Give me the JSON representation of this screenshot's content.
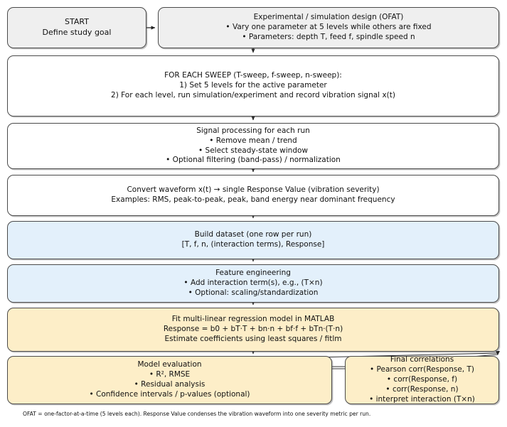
{
  "diagram": {
    "title": "OFAT vibration study workflow flowchart",
    "colors": {
      "gray_fill": "#efefef",
      "white_fill": "#ffffff",
      "blue_fill": "#e3f0fb",
      "amber_fill": "#fdeec8",
      "stroke": "#4a4a4a",
      "text": "#111111"
    },
    "nodes": {
      "start": {
        "name": "START",
        "lines": [
          "START",
          "Define study goal"
        ],
        "fill": "#efefef"
      },
      "design": {
        "name": "Experimental / simulation design",
        "lines": [
          "Experimental / simulation design (OFAT)",
          "• Vary one parameter at 5 levels while others are fixed",
          "• Parameters: depth T, feed f, spindle speed n"
        ],
        "fill": "#efefef"
      },
      "sweep": {
        "name": "For each sweep",
        "lines": [
          "FOR EACH SWEEP (T-sweep, f-sweep, n-sweep):",
          "1) Set 5 levels for the active parameter",
          "2) For each level, run simulation/experiment and record vibration signal x(t)"
        ],
        "fill": "#ffffff"
      },
      "signal": {
        "name": "Signal processing",
        "lines": [
          "Signal processing for each run",
          "• Remove mean / trend",
          "• Select steady-state window",
          "• Optional filtering (band-pass) / normalization"
        ],
        "fill": "#ffffff"
      },
      "convert": {
        "name": "Convert waveform",
        "lines": [
          "Convert waveform x(t) → single Response Value (vibration severity)",
          "Examples: RMS, peak-to-peak, peak, band energy near dominant frequency"
        ],
        "fill": "#ffffff"
      },
      "dataset": {
        "name": "Build dataset",
        "lines": [
          "Build dataset (one row per run)",
          "[T, f, n, (interaction terms), Response]"
        ],
        "fill": "#e3f0fb"
      },
      "feature": {
        "name": "Feature engineering",
        "lines": [
          "Feature engineering",
          "• Add interaction term(s), e.g., (T×n)",
          "• Optional: scaling/standardization"
        ],
        "fill": "#e3f0fb"
      },
      "fit": {
        "name": "Fit regression model",
        "lines": [
          "Fit multi-linear regression model in MATLAB",
          "Response = b0 + bT·T + bn·n + bf·f + bTn·(T·n)",
          "Estimate coefficients using least squares / fitlm"
        ],
        "fill": "#fdeec8"
      },
      "evaluation": {
        "name": "Model evaluation",
        "lines": [
          "Model evaluation",
          "• R², RMSE",
          "• Residual analysis",
          "• Confidence intervals / p-values (optional)"
        ],
        "fill": "#fdeec8"
      },
      "correlations": {
        "name": "Final correlations",
        "lines": [
          "Final correlations",
          "• Pearson corr(Response, T)",
          "• corr(Response, f)",
          "• corr(Response, n)",
          "• interpret interaction (T×n)"
        ],
        "fill": "#fdeec8"
      }
    },
    "footnote": "OFAT = one-factor-at-a-time (5 levels each). Response Value condenses the vibration waveform into one severity metric per run."
  }
}
